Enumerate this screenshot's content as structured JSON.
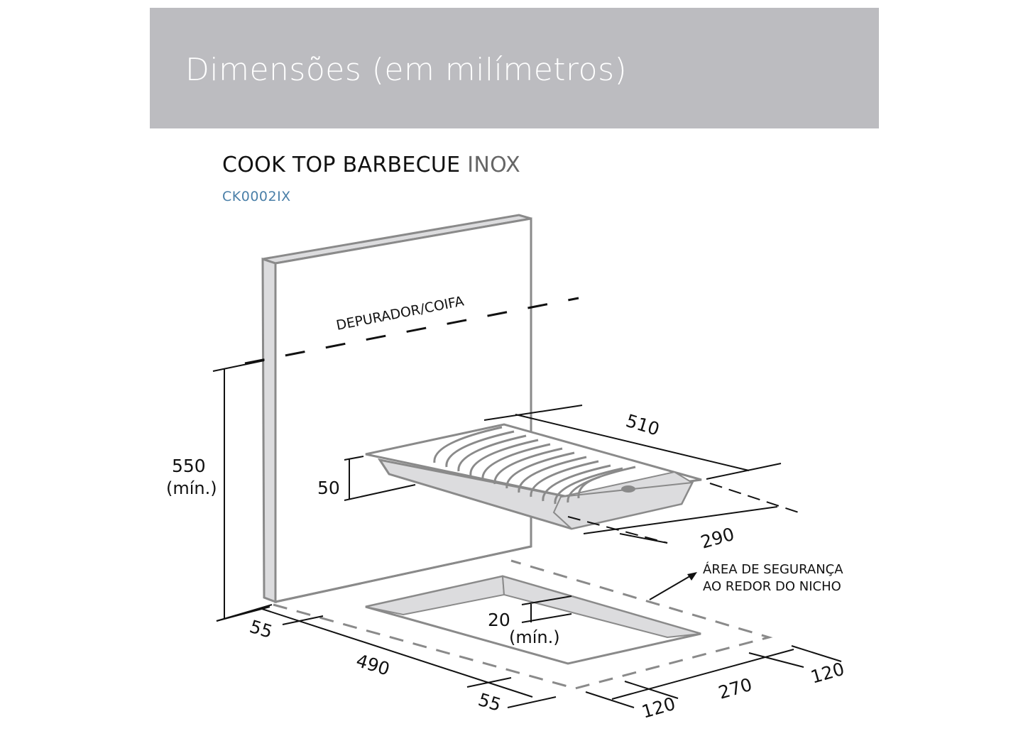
{
  "header": {
    "title": "Dimensões (em milímetros)",
    "background_color": "#bcbcc0"
  },
  "product": {
    "name_main": "COOK TOP BARBECUE",
    "name_suffix": "INOX",
    "code": "CK0002IX",
    "code_color": "#4a7fa8"
  },
  "diagram": {
    "labels": {
      "hood": "DEPURADOR/COIFA",
      "safety_area_line1": "ÁREA DE SEGURANÇA",
      "safety_area_line2": "AO REDOR DO NICHO"
    },
    "dimensions": {
      "hood_height": "550",
      "hood_height_note": "(mín.)",
      "cooktop_height": "50",
      "cooktop_length": "510",
      "cooktop_width": "290",
      "niche_depth": "20",
      "niche_depth_note": "(mín.)",
      "left_margin_back": "55",
      "niche_length": "490",
      "left_margin_front": "55",
      "front_margin_left": "120",
      "niche_width": "270",
      "front_margin_right": "120"
    },
    "colors": {
      "outline": "#8a8a8a",
      "fill_gray": "#dcdcde",
      "dimension_line": "#111111",
      "dashed_safety": "#8a8a8a"
    }
  }
}
